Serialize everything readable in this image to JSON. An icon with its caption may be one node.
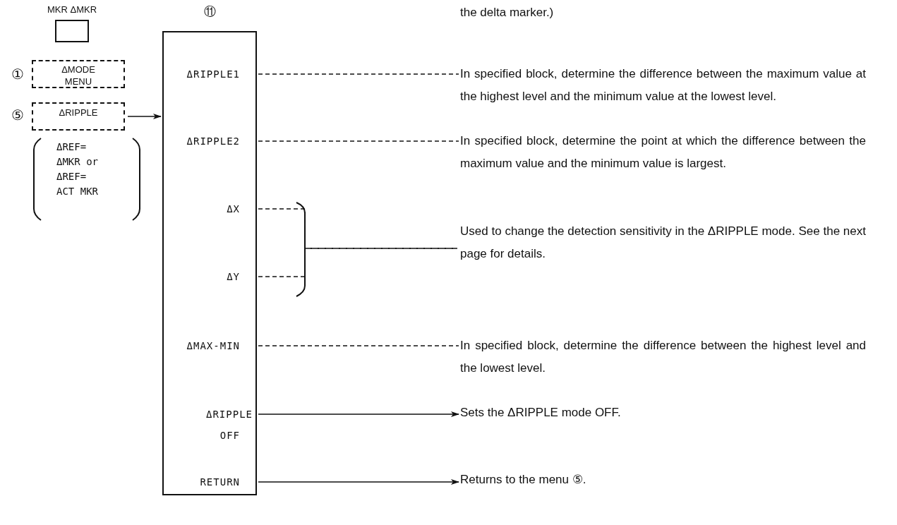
{
  "diagram": {
    "nodes": [
      {
        "text": [
          "MKR ΔMKR"
        ]
      },
      {
        "text": [
          "ΔMODE MENU"
        ],
        "beside": [
          "①"
        ]
      },
      {
        "text": [
          "ΔRIPPLE"
        ],
        "beside": [
          "⑤"
        ]
      },
      {
        "text": [
          "⑪"
        ]
      },
      {
        "text": [
          "ΔRIPPLE1"
        ],
        "in": 3
      },
      {
        "text": [
          "ΔRIPPLE2"
        ],
        "in": 3
      },
      {
        "text": [
          "ΔX"
        ],
        "in": 3
      },
      {
        "text": [
          "ΔY"
        ],
        "in": 3
      },
      {
        "text": [
          "ΔMAX-MIN"
        ],
        "in": 3
      },
      {
        "text": [
          "ΔRIPPLE OFF"
        ],
        "in": 3
      },
      {
        "text": [
          "RETURN"
        ],
        "in": 3
      },
      {
        "text": [
          "In specified block, determine the difference between the maximum value at the highest level and the minimum value at the lowest level."
        ]
      },
      {
        "text": [
          "In specified block, determine the point at which the difference between the maximum value and the minimum value is largest."
        ]
      },
      {
        "text": [
          "Used to change the detection sensitivity in the ΔRIPPLE mode.  See the next page for details."
        ]
      },
      {
        "text": [
          "In specified block, determine the difference between the highest level and the lowest level."
        ]
      },
      {
        "text": [
          "Sets the ΔRIPPLE mode OFF."
        ]
      },
      {
        "text": [
          "Returns to the menu ⑤."
        ]
      }
    ],
    "edges": [
      {
        "from": 2,
        "to": 3,
        "arrow": "to"
      },
      {
        "from": 4,
        "to": 11,
        "arrow": "none",
        "style": "dashed"
      },
      {
        "from": 5,
        "to": 12,
        "arrow": "none",
        "style": "dashed"
      },
      {
        "from": 6,
        "to": 13,
        "arrow": "none",
        "style": "dashed"
      },
      {
        "from": 7,
        "to": 13,
        "arrow": "none",
        "style": "dashed"
      },
      {
        "from": 8,
        "to": 14,
        "arrow": "none",
        "style": "dashed"
      },
      {
        "from": 9,
        "to": 15,
        "arrow": "to"
      },
      {
        "from": 10,
        "to": 16,
        "arrow": "to"
      }
    ],
    "labels": [
      "the delta marker.)",
      "ΔREF= ΔMKR or ΔREF= ACT MKR"
    ]
  }
}
